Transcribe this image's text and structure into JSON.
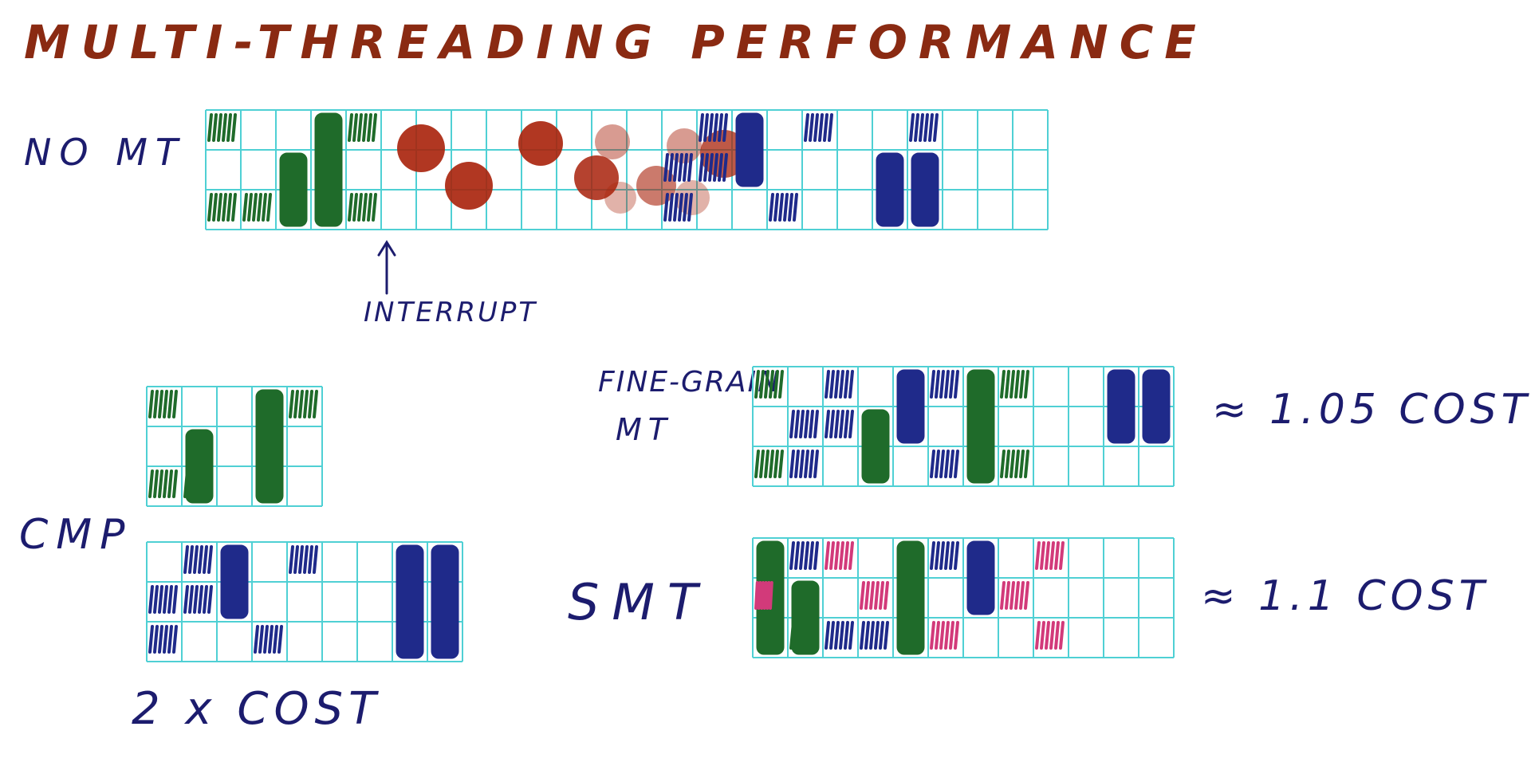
{
  "title": "MULTI-THREADING PERFORMANCE",
  "labels": {
    "no_mt": "NO MT",
    "interrupt": "INTERRUPT",
    "cmp": "CMP",
    "cmp_cost": "2 x COST",
    "fine_grain_line1": "FINE-GRAIN",
    "fine_grain_line2": "MT",
    "fine_grain_cost": "≈ 1.05 COST",
    "smt": "SMT",
    "smt_cost": "≈ 1.1 COST"
  },
  "colors": {
    "title": "#8a2a12",
    "ink": "#1c1c6e",
    "grid": "#4fd0d4",
    "thread_green": "#1f6b2a",
    "thread_blue": "#1f2a8a",
    "thread_pink": "#d23a7a",
    "stall_red": "#a8210a"
  },
  "icons": {
    "interrupt_arrow": "arrow-up-icon"
  }
}
